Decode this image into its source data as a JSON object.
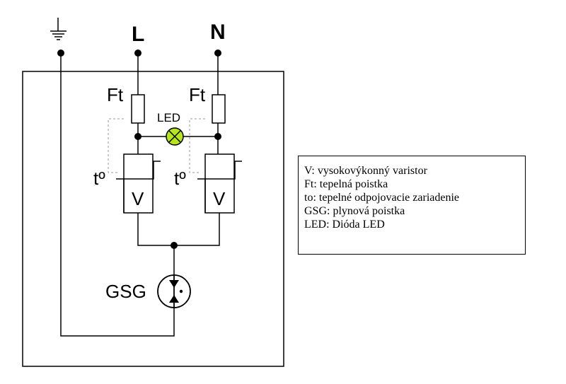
{
  "terminals": {
    "line": "L",
    "neutral": "N"
  },
  "labels": {
    "fuse_left": "Ft",
    "fuse_right": "Ft",
    "led": "LED",
    "thermal_left": "tº",
    "thermal_right": "tº",
    "varistor_left": "V",
    "varistor_right": "V",
    "gas_arrester": "GSG"
  },
  "legend": {
    "lines": [
      "V: vysokovýkonný varistor",
      "Ft: tepelná poistka",
      "to: tepelné odpojovacie zariadenie",
      "GSG: plynová poistka",
      "LED: Dióda LED"
    ]
  },
  "colors": {
    "led_fill": "#b5e61d",
    "line": "#000000",
    "dotted": "#999999"
  },
  "icons": {
    "ground": "ground-icon",
    "led": "led-lamp-icon",
    "gas_arrester": "gas-discharge-tube-icon"
  }
}
